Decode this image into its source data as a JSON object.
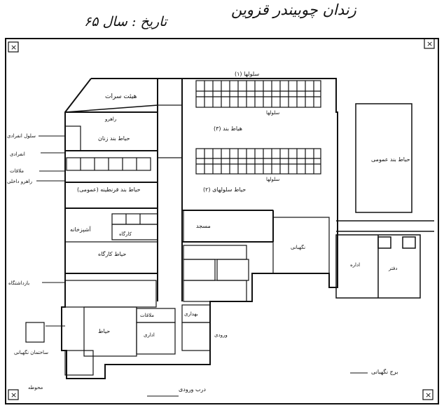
{
  "header": {
    "title": "زندان چوبیندر قزوین",
    "date": "تاریخ : سال ۶۵"
  },
  "corners": {
    "top_left": "×",
    "top_right": "×",
    "bottom_left": "×",
    "bottom_right": "×"
  },
  "labels": {
    "top_hall": "هیئت سرات",
    "cells_top_num": "(۱) سلولها",
    "cells_top_row": "سلولها",
    "cells_bottom_row": "سلولها",
    "yard_ward3": "هیاط بند (۳)",
    "door_passage": "راهرو",
    "yard_women": "حیاط بند زنان",
    "yard_ward2": "حیاط سلولهای (۲)",
    "yard_quarantine": "حیاط بند قرنطینه (عمومی)",
    "yard_public": "حیاط بند عمومی",
    "kitchen": "آشپزخانه",
    "workshop": "کارگاه",
    "yard_workshop": "حیاط کارگاه",
    "mosque": "مسجد",
    "yard_center": "حیاط",
    "visit": "ملاقات",
    "admin": "اداری",
    "clinic": "بهداری",
    "office": "دفتر",
    "guard_right": "نگهبانی",
    "dept": "اداره",
    "entrance": "ورودی",
    "left_cell_block": "سلول انفرادی",
    "left_solitary": "انفرادی",
    "left_visit": "ملاقات",
    "left_passage": "راهرو داخلی",
    "left_men": "بازداشتگاه",
    "left_outer": "محوطه",
    "guard_post": "ساختمان نگهبانی",
    "tower": "برج نگهبانی",
    "main_gate": "درب ورودی"
  }
}
